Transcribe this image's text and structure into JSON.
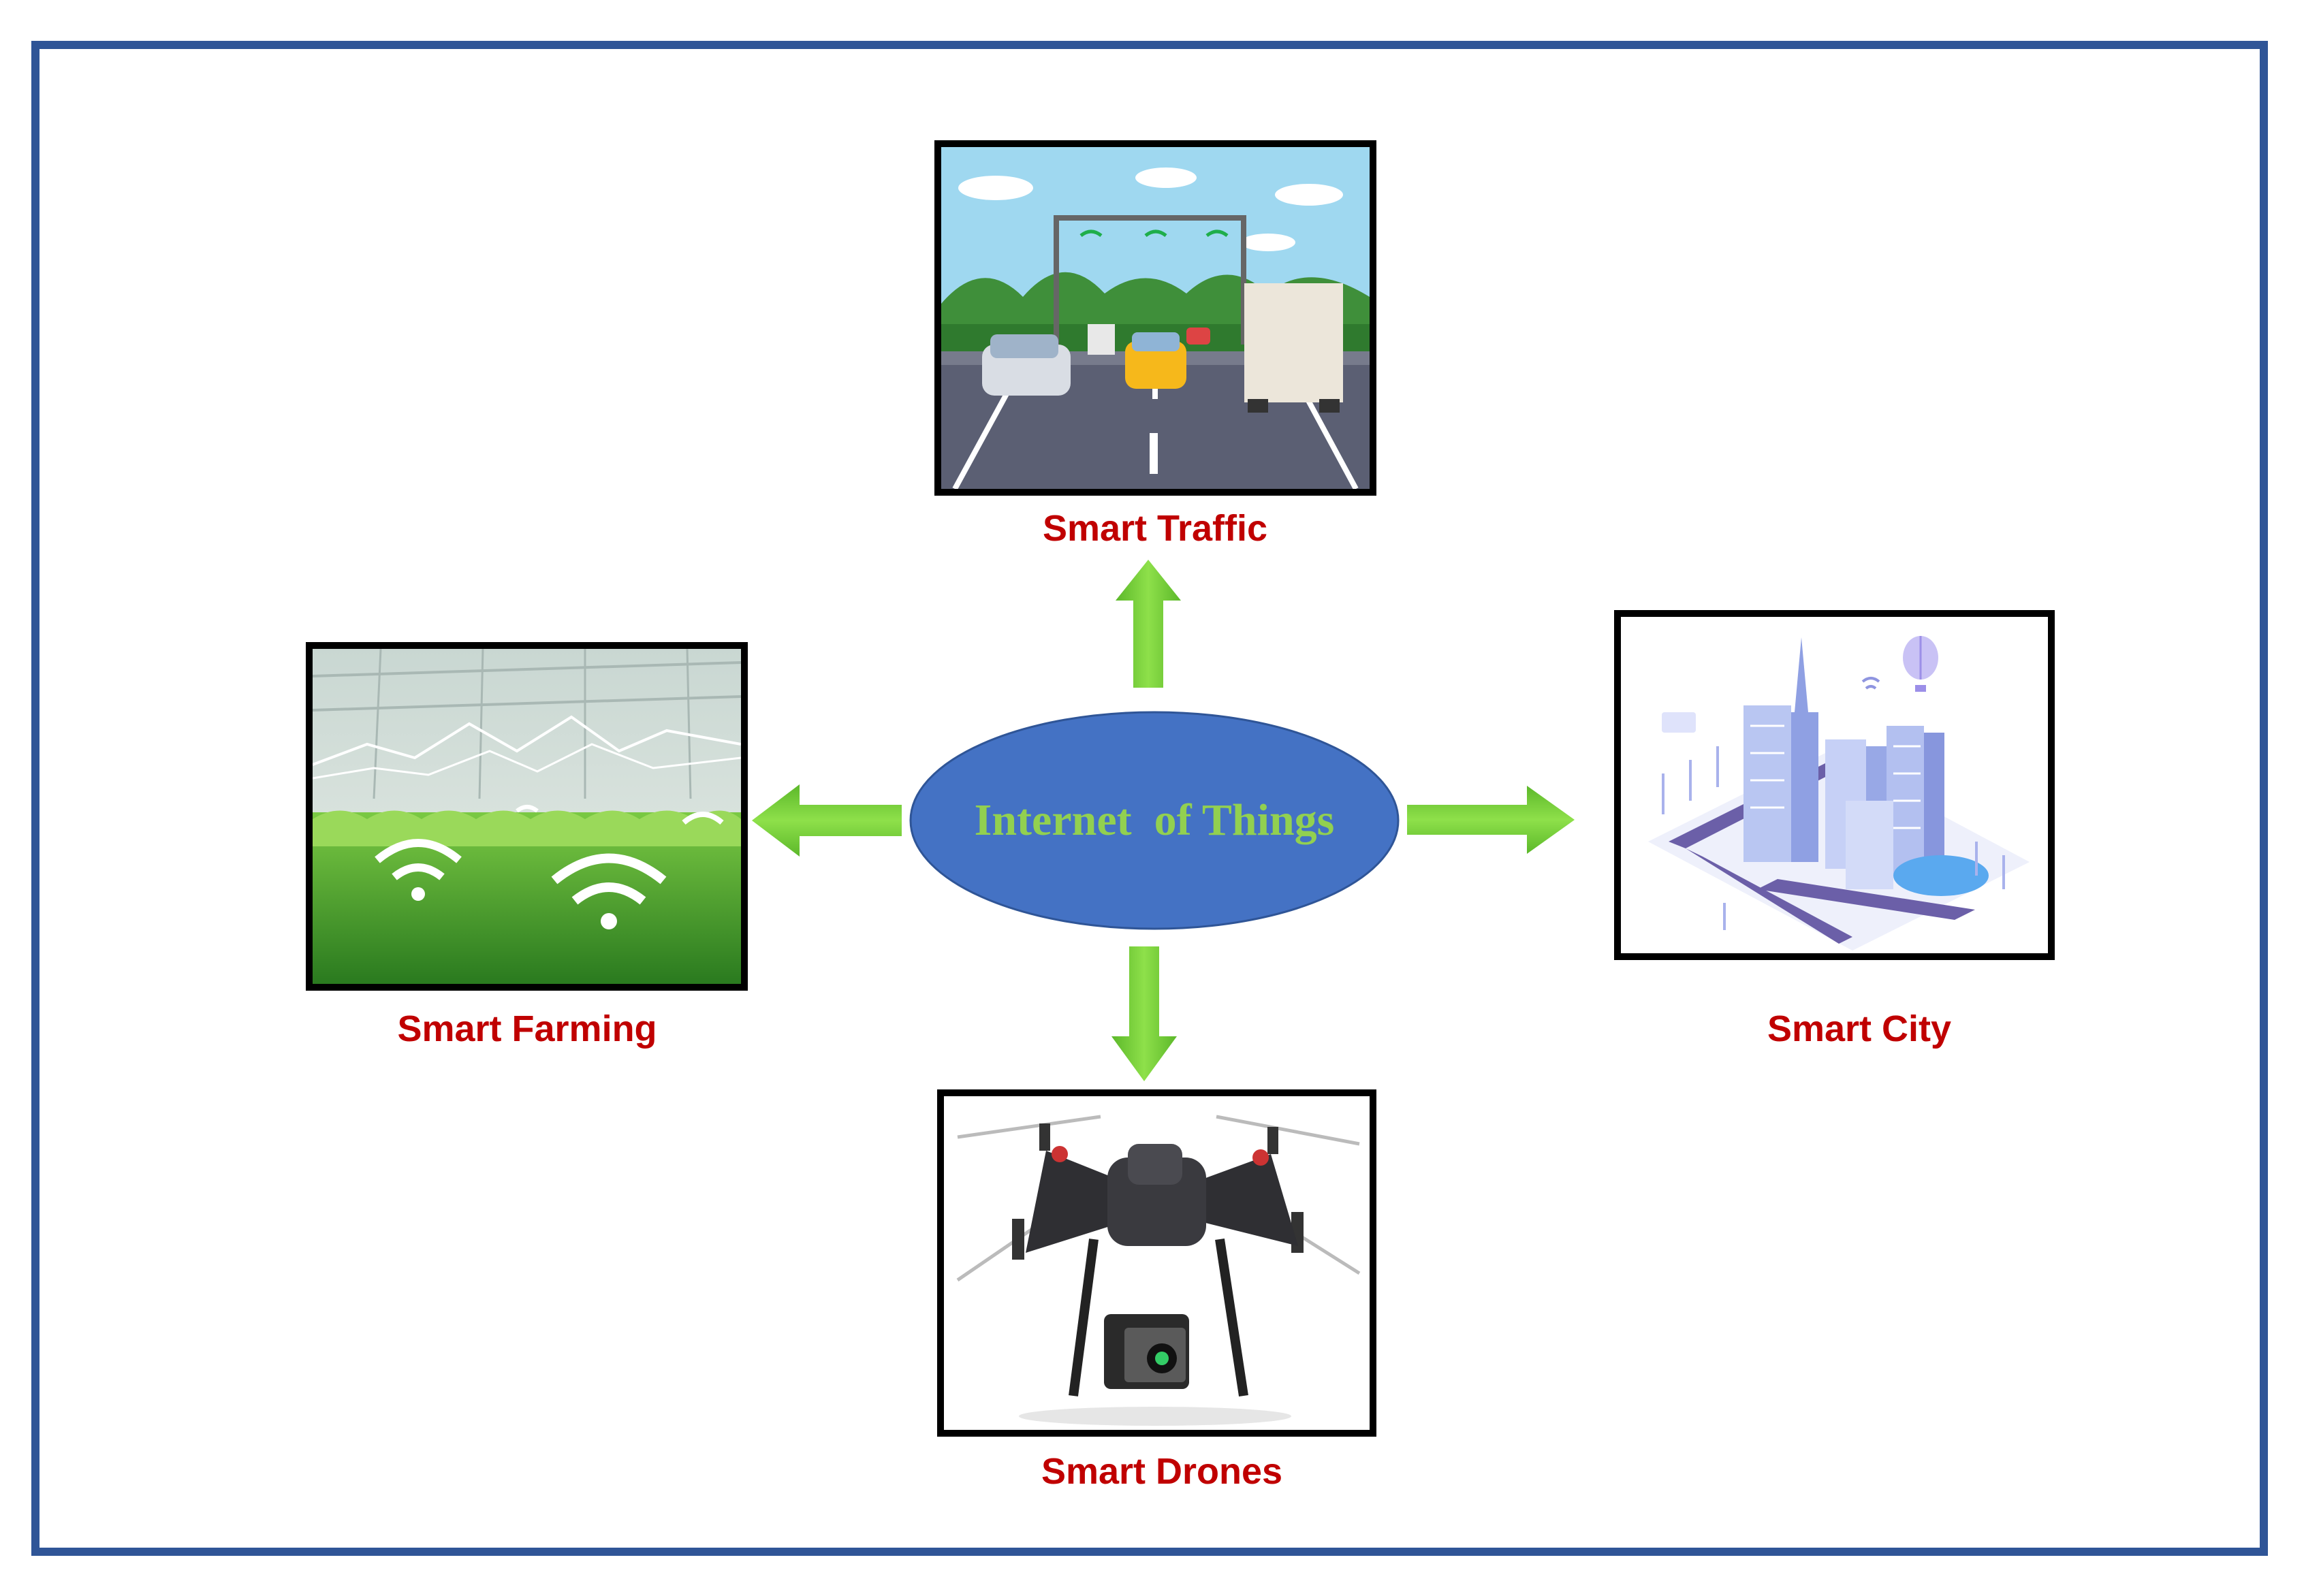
{
  "hub": {
    "label": "Internet  of Things",
    "fill": "#4472c4",
    "text_color": "#92d050"
  },
  "nodes": {
    "traffic": {
      "label": "Smart Traffic"
    },
    "farming": {
      "label": "Smart Farming"
    },
    "city": {
      "label": "Smart City"
    },
    "drones": {
      "label": "Smart Drones"
    }
  },
  "colors": {
    "frame": "#2f5597",
    "caption": "#c00000",
    "arrow": "#70c82a"
  }
}
